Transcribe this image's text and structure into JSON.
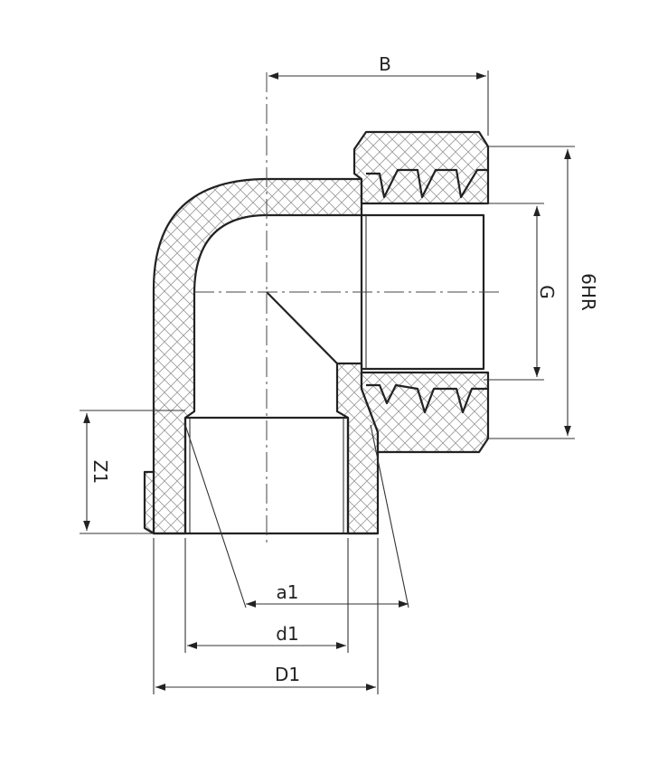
{
  "labels": {
    "B": "B",
    "G": "G",
    "sixHR": "6HR",
    "Z1": "Z1",
    "a1": "a1",
    "d1": "d1",
    "D1": "D1"
  },
  "colors": {
    "line": "#222222",
    "background": "#ffffff"
  }
}
